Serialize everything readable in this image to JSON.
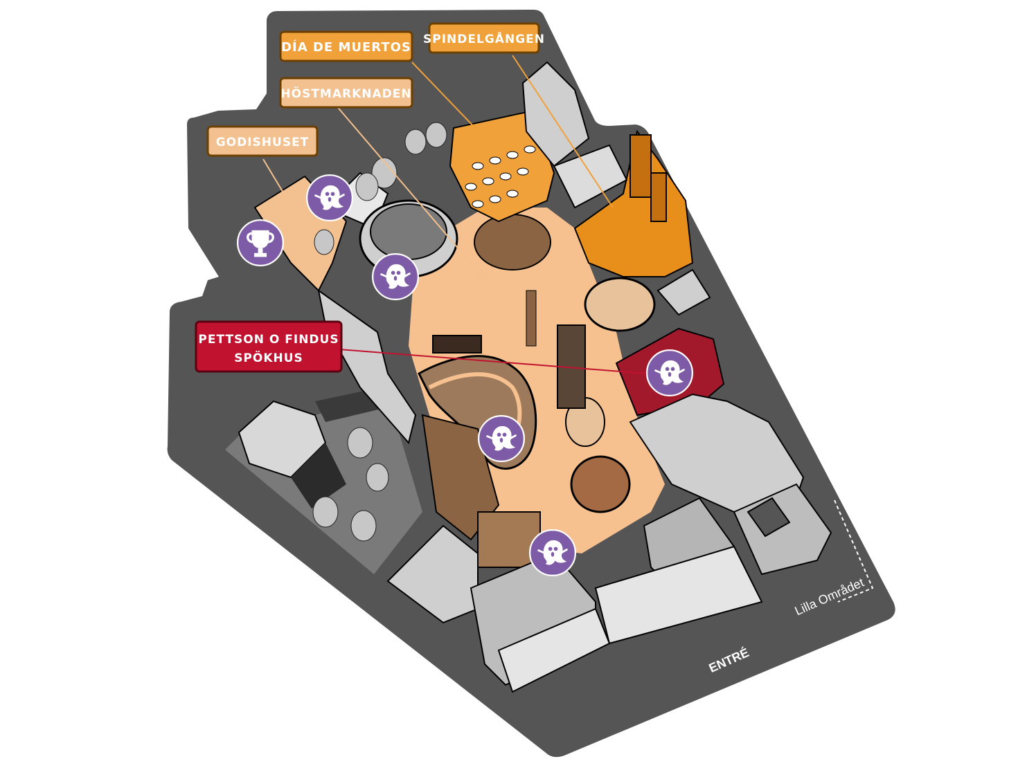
{
  "map": {
    "labels": {
      "dia_de_muertos": "DÍA DE MUERTOS",
      "spindelgangen": "SPINDELGÅNGEN",
      "hostmarknaden": "HÖSTMARKNADEN",
      "godishuset": "GODISHUSET",
      "pettson_line1": "PETTSON O FINDUS",
      "pettson_line2": "SPÖKHUS",
      "lilla_omradet": "Lilla Området",
      "entre": "ENTRÉ"
    },
    "icons": {
      "ghost": "ghost-icon",
      "trophy": "trophy-icon"
    },
    "colors": {
      "background": "#565555",
      "plaza": "#f6c08f",
      "accent_orange": "#f0a13a",
      "accent_light_orange": "#f3c18f",
      "accent_red": "#c1122f",
      "marker_purple": "#7e5ba6",
      "building_gray": "#c9c9c9"
    }
  }
}
